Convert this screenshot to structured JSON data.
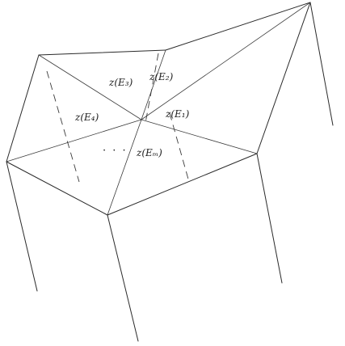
{
  "labels": {
    "e1": "z(E₁)",
    "e2": "z(E₂)",
    "e3": "z(E₃)",
    "e4": "z(E₄)",
    "em": "z(Eₘ)",
    "dots": "· · ·"
  }
}
